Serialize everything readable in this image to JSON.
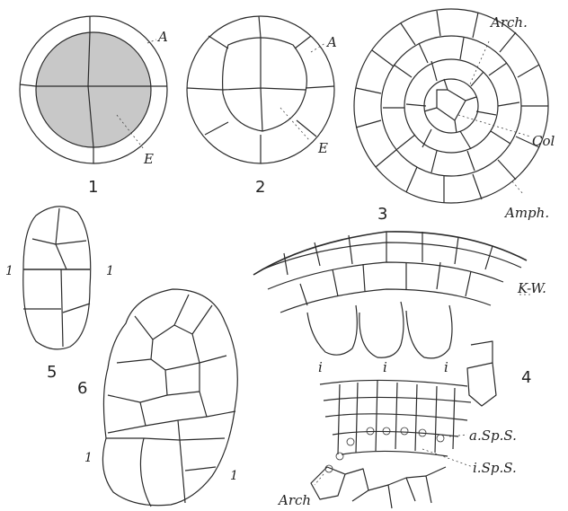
{
  "figures": {
    "fig1": {
      "number": "1",
      "label_a": "A",
      "label_e": "E"
    },
    "fig2": {
      "number": "2",
      "label_a": "A",
      "label_e": "E"
    },
    "fig3": {
      "number": "3",
      "label_arch": "Arch.",
      "label_col": "Col",
      "label_amph": "Amph."
    },
    "fig4": {
      "number": "4",
      "label_kw": "K-W.",
      "label_i1": "i",
      "label_i2": "i",
      "label_i3": "i",
      "label_asps": "a.Sp.S.",
      "label_isps": "i.Sp.S.",
      "label_arch": "Arch"
    },
    "fig5": {
      "number": "5",
      "mark_left": "1",
      "mark_right": "1"
    },
    "fig6": {
      "number": "6",
      "mark_left": "1",
      "mark_right": "1"
    }
  }
}
